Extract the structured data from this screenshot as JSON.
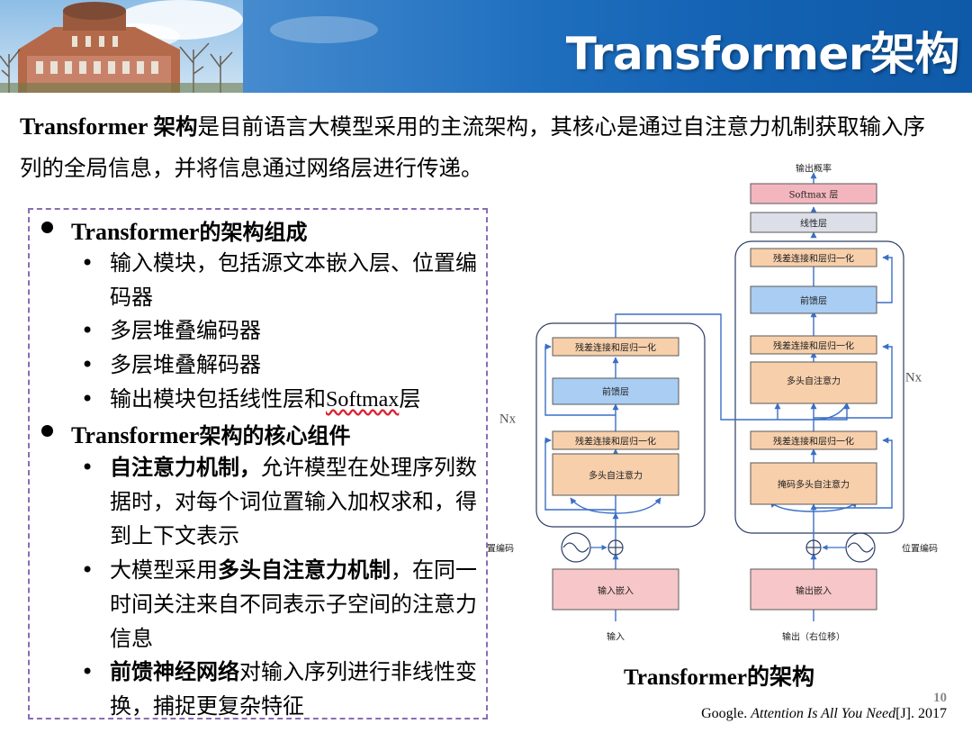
{
  "header": {
    "title": "Transformer架构"
  },
  "intro": {
    "latin": "Transformer ",
    "bold": "架构",
    "text": "是目前语言大模型采用的主流架构，其核心是通过自注意力机制获取输入序列的全局信息，并将信息通过网络层进行传递。"
  },
  "panel": {
    "section1": {
      "latin": "Transformer",
      "title": "的架构组成",
      "items": [
        "输入模块，包括源文本嵌入层、位置编码器",
        "多层堆叠编码器",
        "多层堆叠解码器",
        "输出模块包括线性层和",
        "Softmax",
        "层"
      ]
    },
    "section2": {
      "latin": "Transformer",
      "title": "架构的核心组件",
      "item1_bold": "自注意力机制，",
      "item1_text": "允许模型在处理序列数据时，对每个词位置输入加权求和，得到上下文表示",
      "item2_pre": "大模型采用",
      "item2_bold": "多头自注意力机制",
      "item2_post": "，在同一时间关注来自不同表示子空间的注意力信息",
      "item3_bold": "前馈神经网络",
      "item3_text": "对输入序列进行非线性变换，捕捉更复杂特征"
    }
  },
  "diagram": {
    "output_prob": "输出概率",
    "softmax": "Softmax 层",
    "linear": "线性层",
    "add_norm": "残差连接和层归一化",
    "feed_forward": "前馈层",
    "multi_head": "多头自注意力",
    "masked_multi_head": "掩码多头自注意力",
    "input_embed": "输入嵌入",
    "output_embed": "输出嵌入",
    "input": "输入",
    "output_shifted": "输出（右位移）",
    "pos_enc_left": "置编码",
    "pos_enc_right": "位置编码",
    "nx_left": "Nx",
    "nx_right": "Nx"
  },
  "caption": {
    "latin": "Transformer",
    "text": "的架构"
  },
  "footer": {
    "page": "10",
    "cite_pre": "Google. ",
    "cite_title": "Attention Is All You Need",
    "cite_post": "[J]. 2017"
  },
  "colors": {
    "banner": "#1f6fbf",
    "dashed_border": "#8a6db2",
    "block_pink": "#f7c6c8",
    "block_orange": "#f7cfab",
    "block_blue": "#a9cdf3",
    "block_gray": "#dcdfe8",
    "arrow_blue": "#3b6fc6"
  }
}
